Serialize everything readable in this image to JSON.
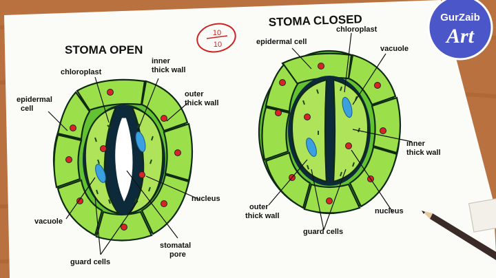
{
  "colors": {
    "wood": "#b8713f",
    "paper": "#fbfbf8",
    "epidermal_outer": "#62c231",
    "epidermal_inner": "#9be04a",
    "guard_cell": "#aee35a",
    "pore": "#0d2a3a",
    "vacuole": "#3aa0e0",
    "nucleus": "#d92424",
    "logo_bg": "#4b56c8"
  },
  "score": {
    "top": "10",
    "bottom": "10"
  },
  "logo": {
    "line1": "GurZaib",
    "line2": "Art"
  },
  "open": {
    "title": "STOMA OPEN",
    "labels": {
      "chloroplast": "chloroplast",
      "inner_wall_1": "inner",
      "inner_wall_2": "thick wall",
      "epidermal_1": "epidermal",
      "epidermal_2": "cell",
      "outer_wall_1": "outer",
      "outer_wall_2": "thick wall",
      "vacuole": "vacuole",
      "nucleus": "nucleus",
      "pore_1": "stomatal",
      "pore_2": "pore",
      "guard_cells": "guard cells"
    }
  },
  "closed": {
    "title": "STOMA CLOSED",
    "labels": {
      "epidermal": "epidermal cell",
      "chloroplast": "chloroplast",
      "vacuole": "vacuole",
      "inner_wall_1": "inner",
      "inner_wall_2": "thick wall",
      "outer_wall_1": "outer",
      "outer_wall_2": "thick wall",
      "nucleus": "nucleus",
      "guard_cells": "guard cells"
    }
  }
}
